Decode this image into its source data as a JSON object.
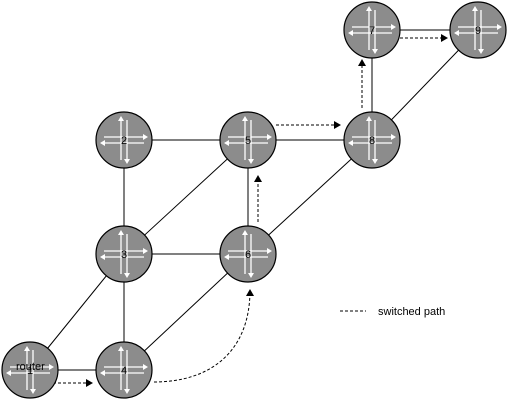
{
  "nodes": [
    {
      "id": "1",
      "label": "1",
      "sublabel": "router"
    },
    {
      "id": "2",
      "label": "2"
    },
    {
      "id": "3",
      "label": "3"
    },
    {
      "id": "4",
      "label": "4"
    },
    {
      "id": "5",
      "label": "5"
    },
    {
      "id": "6",
      "label": "6"
    },
    {
      "id": "7",
      "label": "7"
    },
    {
      "id": "8",
      "label": "8"
    },
    {
      "id": "9",
      "label": "9"
    }
  ],
  "links": [
    [
      "1",
      "3"
    ],
    [
      "1",
      "4"
    ],
    [
      "2",
      "3"
    ],
    [
      "2",
      "5"
    ],
    [
      "3",
      "4"
    ],
    [
      "3",
      "5"
    ],
    [
      "3",
      "6"
    ],
    [
      "4",
      "6"
    ],
    [
      "5",
      "6"
    ],
    [
      "5",
      "8"
    ],
    [
      "6",
      "8"
    ],
    [
      "7",
      "8"
    ],
    [
      "7",
      "9"
    ],
    [
      "8",
      "9"
    ]
  ],
  "switched_path": [
    [
      "1",
      "4"
    ],
    [
      "4",
      "6"
    ],
    [
      "6",
      "5"
    ],
    [
      "5",
      "8"
    ],
    [
      "8",
      "7"
    ],
    [
      "7",
      "9"
    ]
  ],
  "legend": {
    "label": "switched path"
  },
  "colors": {
    "node_fill": "#8c8c8c",
    "arrow": "#ffffff",
    "line": "#000000"
  }
}
